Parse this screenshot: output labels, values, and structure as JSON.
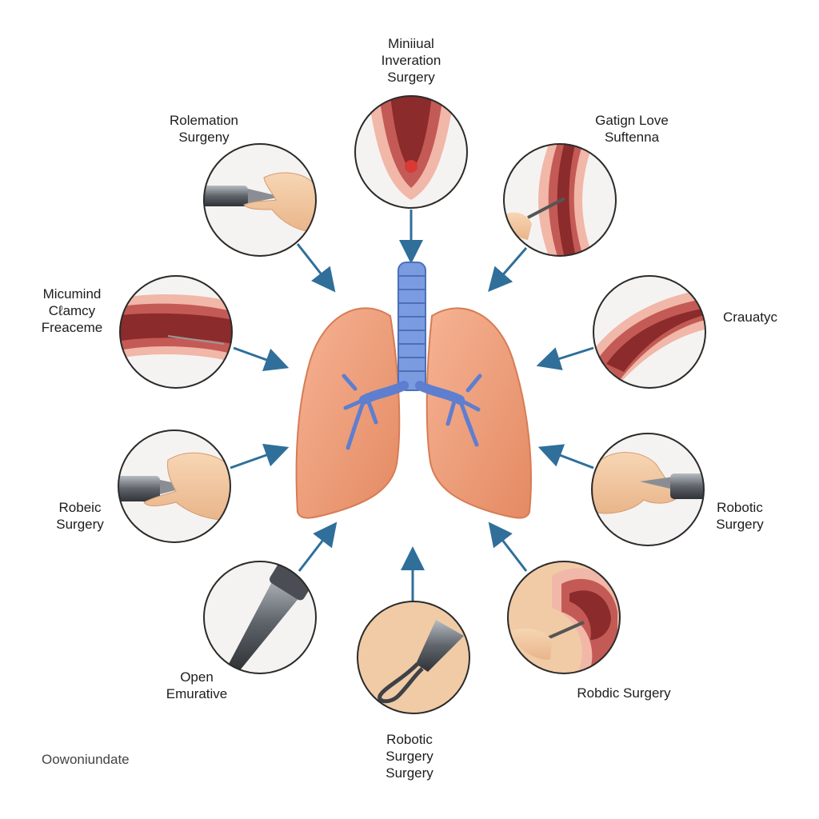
{
  "colors": {
    "lung": "#f0a07c",
    "lung_dark": "#d9774f",
    "trachea": "#6f8fd6",
    "arrow": "#2f6f9a",
    "circle_border": "#2b2b2b",
    "tissue_dark": "#8b2b2b",
    "tissue_mid": "#c45a55",
    "tissue_light": "#f1b7a8",
    "skin": "#f3c9a0",
    "metal": "#6b6f75"
  },
  "center": {
    "name": "lungs-with-trachea"
  },
  "procedures": [
    {
      "id": "top",
      "lines": [
        "Miniiual",
        "Inveration",
        "Surgery"
      ],
      "illustration": "tissue-cross-section-icon"
    },
    {
      "id": "top-left",
      "lines": [
        "Rolemation",
        "Surgeny"
      ],
      "illustration": "hand-with-instrument-icon"
    },
    {
      "id": "top-right",
      "lines": [
        "Gatign Love",
        "Suftenna"
      ],
      "illustration": "vessel-with-instrument-icon"
    },
    {
      "id": "mid-left",
      "lines": [
        "Micumind",
        "Cℓamcy",
        "Freaceme"
      ],
      "illustration": "vessel-section-icon"
    },
    {
      "id": "mid-right",
      "lines": [
        "Crauatyc"
      ],
      "illustration": "vessel-section-icon"
    },
    {
      "id": "low-left",
      "lines": [
        "Robeic",
        "Surgery"
      ],
      "illustration": "hand-with-instrument-icon"
    },
    {
      "id": "low-right",
      "lines": [
        "Robotic",
        "Surgery"
      ],
      "illustration": "hand-with-instrument-icon"
    },
    {
      "id": "bottom-left",
      "lines": [
        "Open",
        "Emurative"
      ],
      "illustration": "surgical-instrument-icon"
    },
    {
      "id": "bottom",
      "lines": [
        "Robotic",
        "Surgery",
        "Surgery"
      ],
      "illustration": "loop-instrument-icon"
    },
    {
      "id": "bottom-right",
      "lines": [
        "Robdic Surgery"
      ],
      "illustration": "tissue-with-instrument-icon"
    }
  ],
  "footer": {
    "text": "Oowoniundate"
  }
}
